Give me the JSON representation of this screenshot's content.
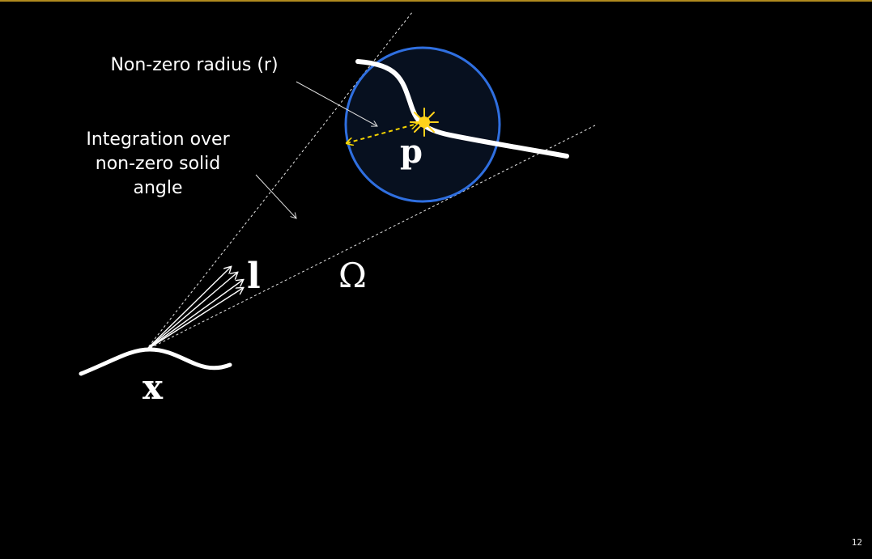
{
  "annotations": {
    "radius_label": "Non-zero radius (r)",
    "integration_lines": [
      "Integration over",
      "non-zero solid",
      "angle"
    ]
  },
  "symbols": {
    "surface_point": "x",
    "light_direction": "l",
    "solid_angle": "Ω",
    "light_position": "p"
  },
  "page_number": "12",
  "colors": {
    "background": "#000000",
    "sphere_outline": "#2f6fe0",
    "sphere_fill": "#07101f",
    "radius_arrow": "#f5d300",
    "light_point": "#ffd21a",
    "top_rule": "#b08a1e"
  }
}
